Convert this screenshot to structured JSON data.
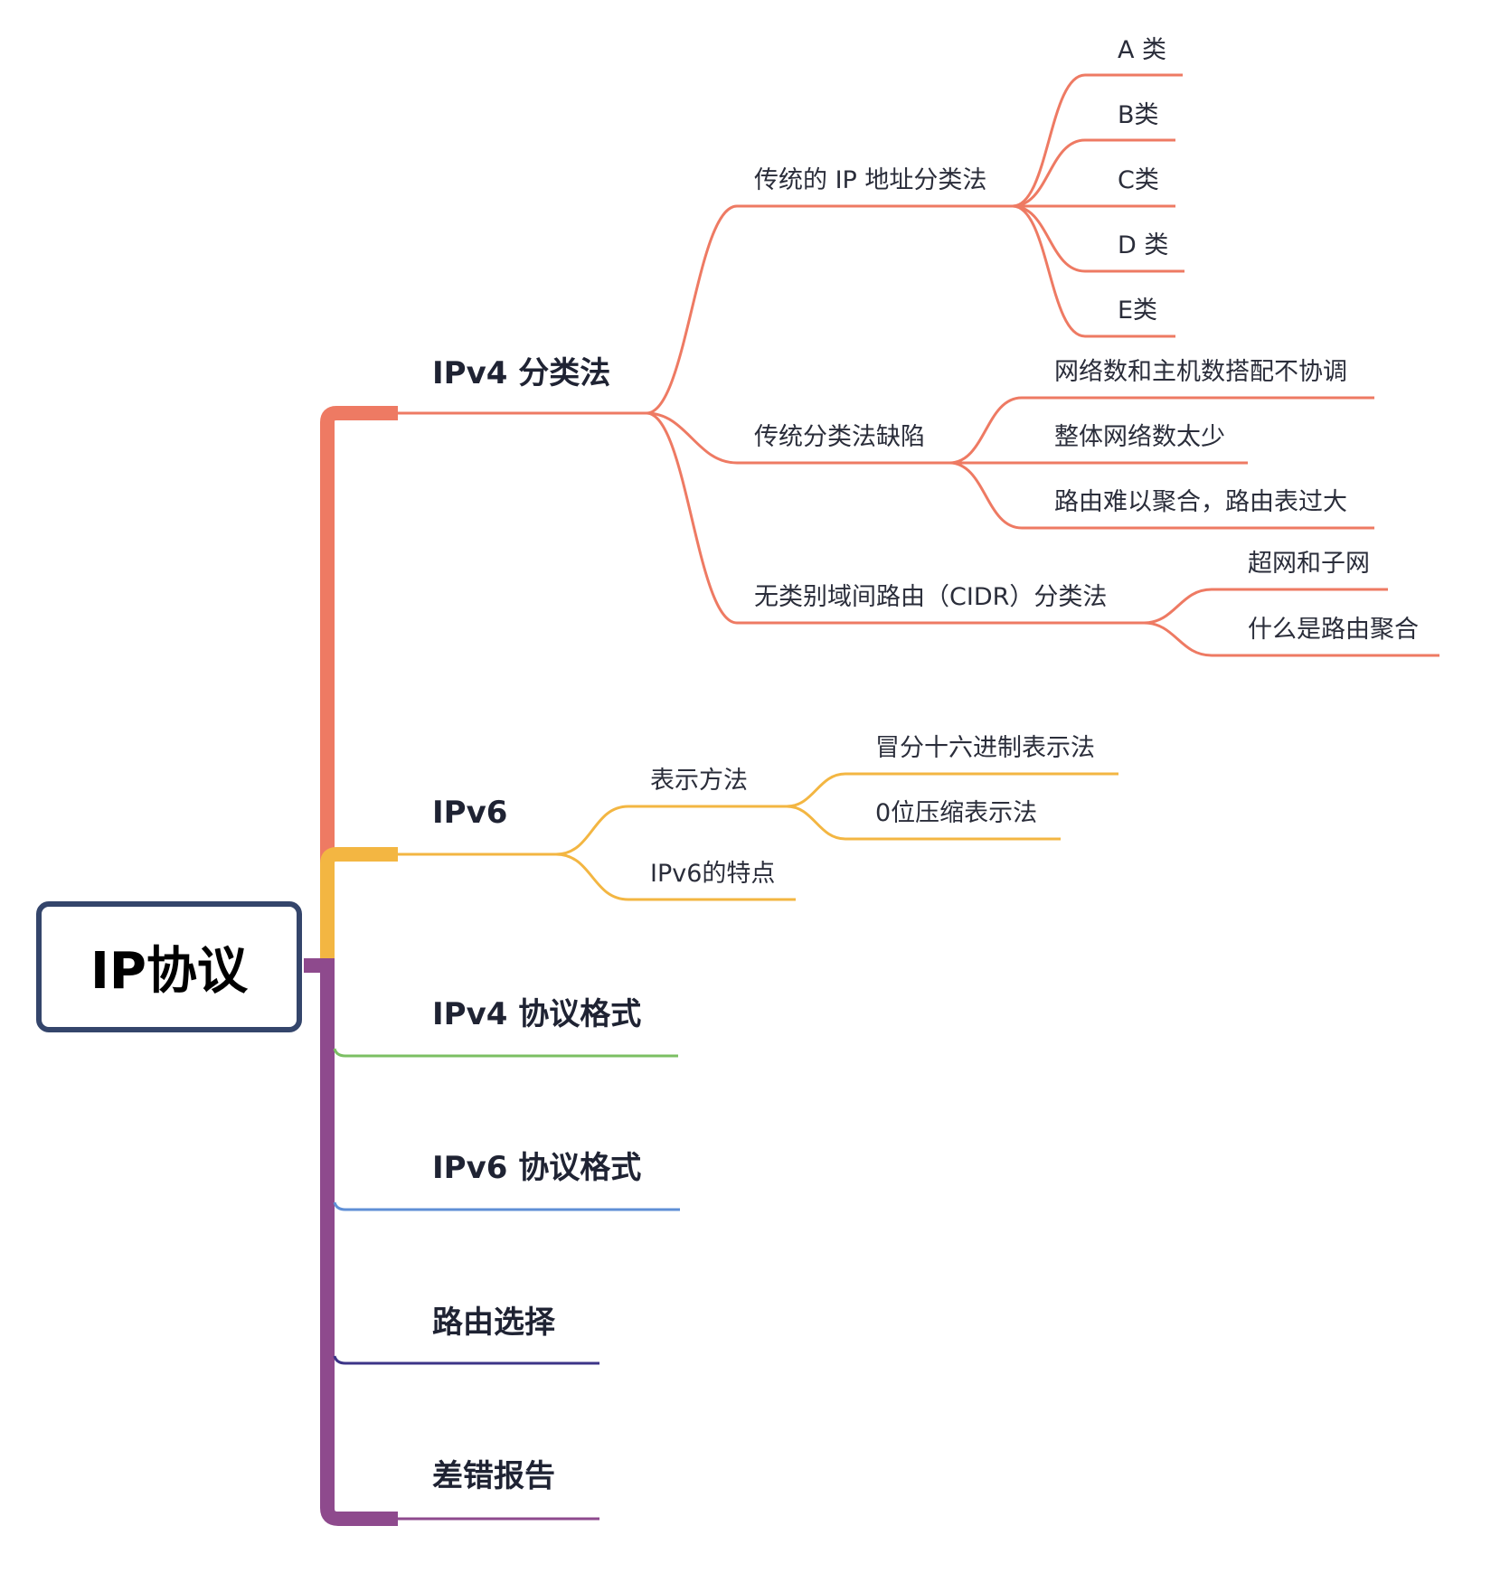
{
  "root": {
    "label": "IP协议"
  },
  "colors": {
    "ipv4": "#ee7a63",
    "ipv6": "#f3b642",
    "ipv4_format": "#7bbf63",
    "ipv6_format": "#5f8fd6",
    "routing": "#3c3487",
    "error_report": "#8e4a8d",
    "trunk": "#8e4a8d",
    "root_border": "#34456b"
  },
  "branches": {
    "ipv4": {
      "label": "IPv4 分类法",
      "traditional": {
        "label": "传统的 IP 地址分类法",
        "classes": [
          "A 类",
          "B类",
          "C类",
          "D 类",
          "E类"
        ]
      },
      "defects": {
        "label": "传统分类法缺陷",
        "items": [
          "网络数和主机数搭配不协调",
          "整体网络数太少",
          "路由难以聚合，路由表过大"
        ]
      },
      "cidr": {
        "label": "无类别域间路由（CIDR）分类法",
        "items": [
          "超网和子网",
          "什么是路由聚合"
        ]
      }
    },
    "ipv6": {
      "label": "IPv6",
      "notation": {
        "label": "表示方法",
        "items": [
          "冒分十六进制表示法",
          "0位压缩表示法"
        ]
      },
      "features": {
        "label": "IPv6的特点"
      }
    },
    "ipv4_format": {
      "label": "IPv4 协议格式"
    },
    "ipv6_format": {
      "label": "IPv6 协议格式"
    },
    "routing": {
      "label": "路由选择"
    },
    "error_report": {
      "label": "差错报告"
    }
  }
}
